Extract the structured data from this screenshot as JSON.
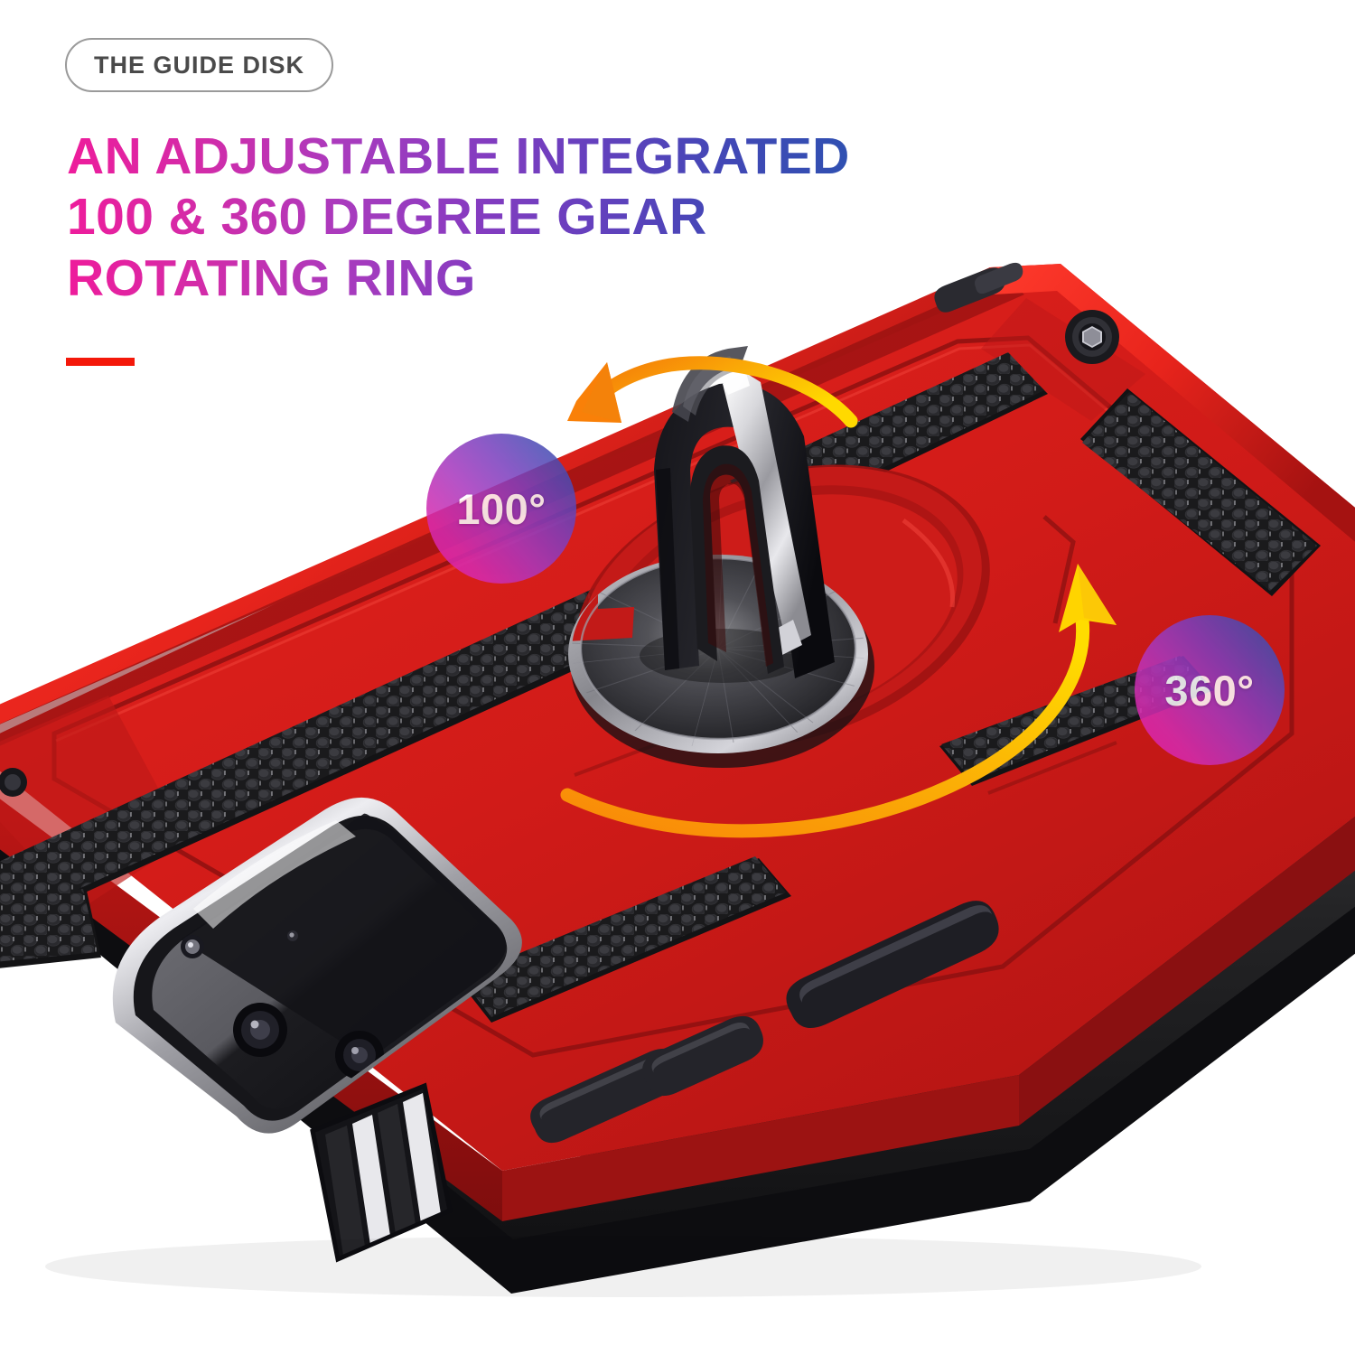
{
  "badge": {
    "label": "THE GUIDE DISK"
  },
  "headline": {
    "line1": "AN ADJUSTABLE INTEGRATED",
    "line2": "100 & 360 DEGREE GEAR",
    "line3": "ROTATING RING"
  },
  "accent_rule": {
    "color": "#F4180A"
  },
  "callouts": [
    {
      "name": "angle-100",
      "label": "100°"
    },
    {
      "name": "angle-360",
      "label": "360°"
    }
  ],
  "colors": {
    "headline_start": "#EE1C9B",
    "headline_mid": "#8B3BC0",
    "headline_end": "#2B52B0",
    "badge_border": "#9A9A9A",
    "badge_text": "#4A4A4A",
    "rule_red": "#F4180A",
    "case_red": "#D01A18",
    "case_red_light": "#E8241F",
    "case_red_dark": "#8E0F10",
    "case_black": "#1C1C1E",
    "honeycomb": "#2A2A2C",
    "arrow_yellow": "#FFD500",
    "arrow_orange": "#F98008",
    "disk_metal": "#3A3A3E",
    "chrome": "#E6E6E8",
    "background": "#FFFFFF"
  },
  "product": {
    "name": "armored phone case with rotating ring stand",
    "body_color": "red",
    "features": [
      "guide-disk",
      "finger-ring-kickstand",
      "honeycomb-texture-strips",
      "camera-cutout",
      "side-buttons",
      "speaker-grille"
    ]
  },
  "arrows": [
    {
      "name": "arrow-100-degree",
      "direction": "counter-clockwise-up-left",
      "color_from": "#FFD500",
      "color_to": "#F4820A"
    },
    {
      "name": "arrow-360-degree",
      "direction": "clockwise-sweep-up",
      "color_from": "#F4820A",
      "color_to": "#FFD500"
    }
  ]
}
